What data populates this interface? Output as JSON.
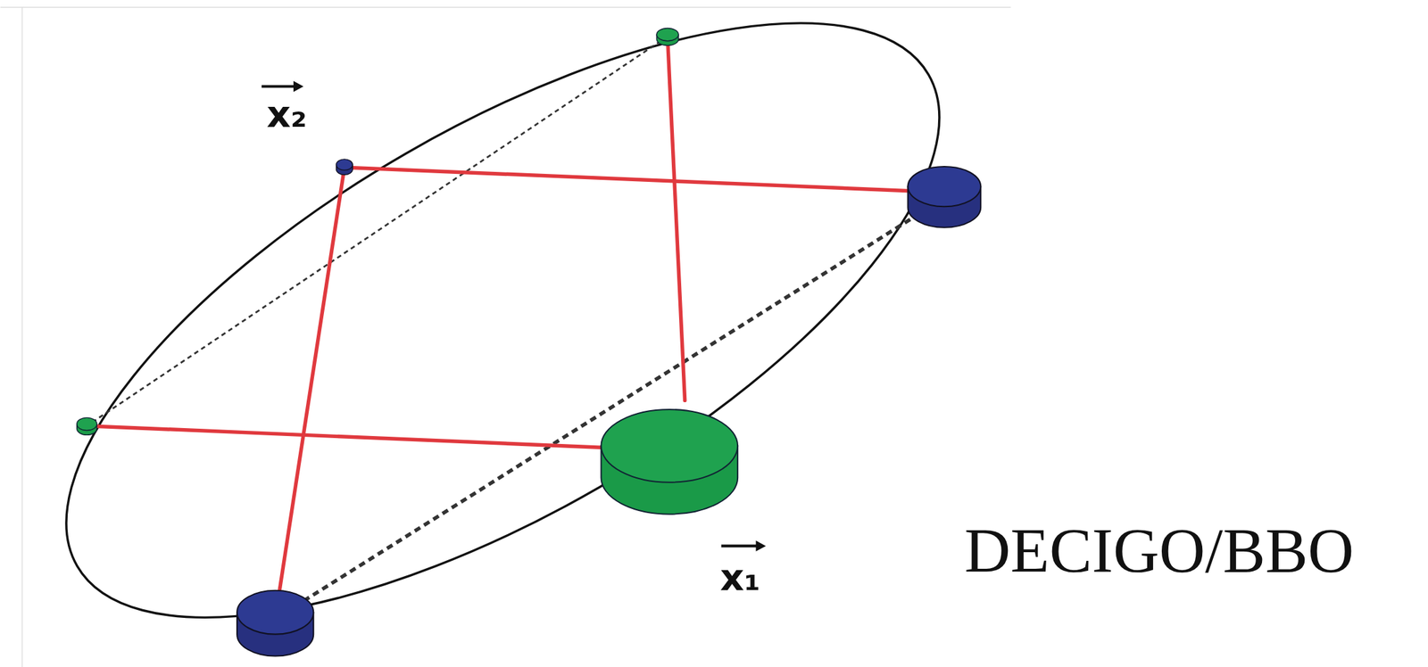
{
  "diagram": {
    "labels": [
      "x₂",
      "x₁",
      "DECIGO/BBO"
    ]
  }
}
